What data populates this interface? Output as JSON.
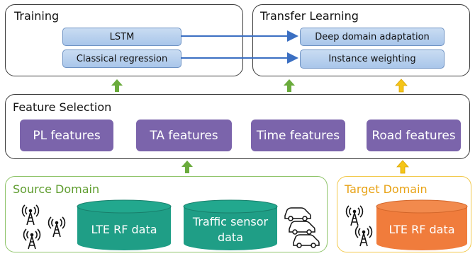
{
  "training": {
    "title": "Training",
    "items": [
      "LSTM",
      "Classical regression"
    ]
  },
  "transfer": {
    "title": "Transfer Learning",
    "items": [
      "Deep domain adaptation",
      "Instance weighting"
    ]
  },
  "feature_selection": {
    "title": "Feature Selection",
    "features": [
      "PL features",
      "TA features",
      "Time features",
      "Road features"
    ]
  },
  "source_domain": {
    "title": "Source Domain",
    "db1": "LTE RF data",
    "db2_line1": "Traffic sensor",
    "db2_line2": "data"
  },
  "target_domain": {
    "title": "Target Domain",
    "db": "LTE RF data"
  },
  "colors": {
    "panel_border": "#3a3a3a",
    "source_border": "#8fc46a",
    "source_title": "#5f9d2f",
    "target_border": "#f2c94c",
    "target_title": "#e8a317",
    "feature_box": "#7b64ab",
    "source_cylinder": "#1f9e86",
    "target_cylinder": "#f07c3c",
    "arrow_green": "#6aab3c",
    "arrow_yellow": "#f5c518",
    "connector_blue": "#3b6fc2"
  },
  "icons": [
    "cell-tower-icon",
    "car-icon"
  ]
}
